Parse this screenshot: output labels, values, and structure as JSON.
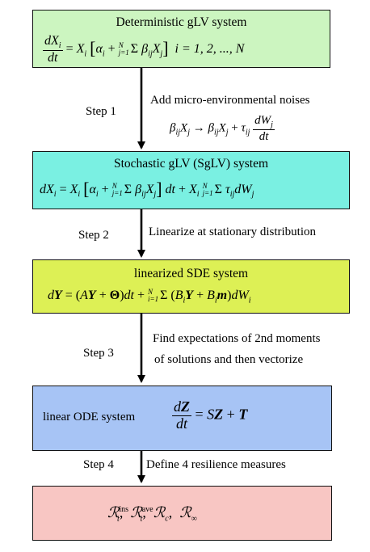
{
  "boxes": {
    "gLV": {
      "title": "Deterministic gLV system",
      "color": "#ccf5c0",
      "equation_text": "dX_i/dt = X_i [α_i + Σ_{j=1}^{N} β_ij X_j]  i = 1, 2, ..., N",
      "range": "i = 1, 2, ..., N"
    },
    "SgLV": {
      "title": "Stochastic gLV (SgLV) system",
      "color": "#7af0e2",
      "equation_text": "dX_i = X_i [α_i + Σ_{j=1}^{N} β_ij X_j] dt + X_i Σ_{j=1}^{N} τ_ij dW_j"
    },
    "SDE": {
      "title": "linearized SDE system",
      "color": "#ddf055",
      "equation_text": "dY = (AY + Θ)dt + Σ_{i=1}^{N} (B_i Y + B_i m) dW_i"
    },
    "ODE": {
      "title": "linear ODE system",
      "color": "#a7c4f5",
      "equation_text": "dZ/dt = SZ + T"
    },
    "measures": {
      "color": "#f8c6c3",
      "equation_text": "R_t^ins, R_t^ave, R_c, R_∞"
    }
  },
  "steps": [
    {
      "label": "Step 1",
      "lines": [
        "Add micro-environmental noises"
      ],
      "formula": "β_ij X_j → β_ij X_j + τ_ij dW_j/dt"
    },
    {
      "label": "Step 2",
      "lines": [
        "Linearize at stationary distribution"
      ]
    },
    {
      "label": "Step 3",
      "lines": [
        "Find expectations of 2nd moments",
        "of solutions and then vectorize"
      ]
    },
    {
      "label": "Step 4",
      "lines": [
        "Define 4 resilience measures"
      ]
    }
  ]
}
